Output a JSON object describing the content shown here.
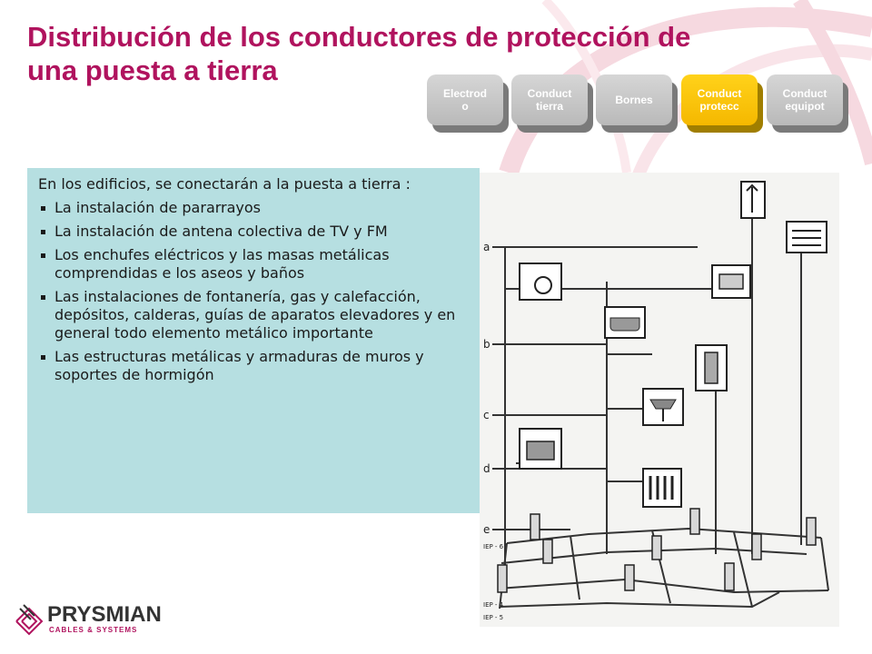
{
  "title": {
    "line1": "Distribución de los conductores de protección de",
    "line2": "una puesta a tierra"
  },
  "nav": {
    "buttons": [
      {
        "label": "Electrod\no",
        "active": false
      },
      {
        "label": "Conduct\ntierra",
        "active": false
      },
      {
        "label": "Bornes",
        "active": false
      },
      {
        "label": "Conduct\nprotecc",
        "active": true
      },
      {
        "label": "Conduct\nequipot",
        "active": false
      }
    ]
  },
  "content": {
    "intro": "En los edificios, se conectarán a la puesta a tierra :",
    "bullets": [
      "La instalación de pararrayos",
      "La instalación de antena colectiva de TV y FM",
      "Los enchufes eléctricos y las masas metálicas comprendidas e los aseos y baños",
      "Las instalaciones de fontanería, gas y calefacción, depósitos, calderas, guías de aparatos elevadores y en general todo elemento metálico importante",
      "Las estructuras metálicas y armaduras de muros y soportes de hormigón"
    ]
  },
  "diagram": {
    "row_labels": [
      "a",
      "b",
      "c",
      "d",
      "e"
    ],
    "iep_labels": [
      "IEP - 6",
      "IEP - 4",
      "IEP - 5"
    ],
    "icons": [
      "lightning-rod-icon",
      "antenna-icon",
      "washing-machine-icon",
      "water-heater-icon",
      "bathtub-icon",
      "boiler-icon",
      "sink-icon",
      "stove-icon",
      "radiator-icon"
    ]
  },
  "logo": {
    "brand": "PRYSMIAN",
    "tagline": "CABLES & SYSTEMS"
  },
  "colors": {
    "title": "#b0135e",
    "textbox_bg": "#b6dfe1",
    "nav_active": "#f5b800",
    "nav_inactive": "#c6c6c6",
    "swoosh": "#f4d4dc"
  }
}
